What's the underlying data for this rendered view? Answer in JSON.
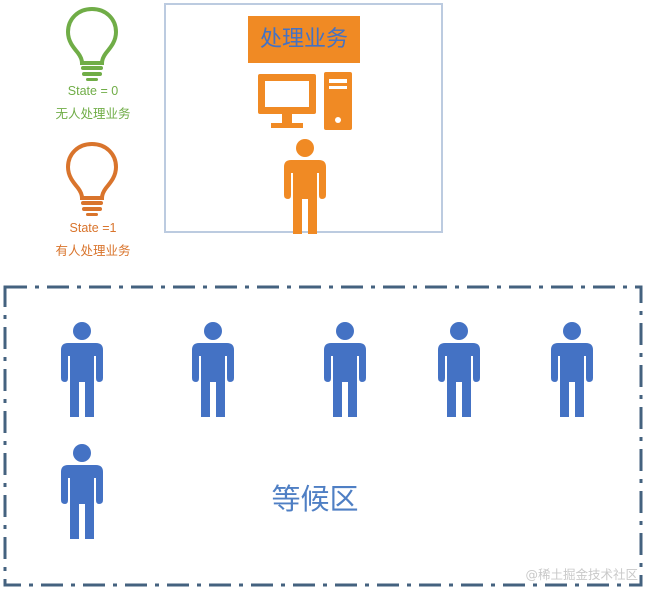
{
  "legend": {
    "idle": {
      "state_text": "State = 0",
      "desc": "无人处理业务",
      "color": "#70AD47",
      "icon": "lightbulb-icon"
    },
    "busy": {
      "state_text": "State =1",
      "desc": "有人处理业务",
      "color": "#D9742C",
      "icon": "lightbulb-icon"
    }
  },
  "service": {
    "title": "处理业务",
    "title_bg": "#F08A24",
    "computer_icon": "desktop-computer-icon",
    "person_color": "#F08A24"
  },
  "waiting_area": {
    "label": "等候区",
    "person_color": "#4472C4",
    "people_count": 6
  },
  "watermark": "@稀土掘金技术社区"
}
